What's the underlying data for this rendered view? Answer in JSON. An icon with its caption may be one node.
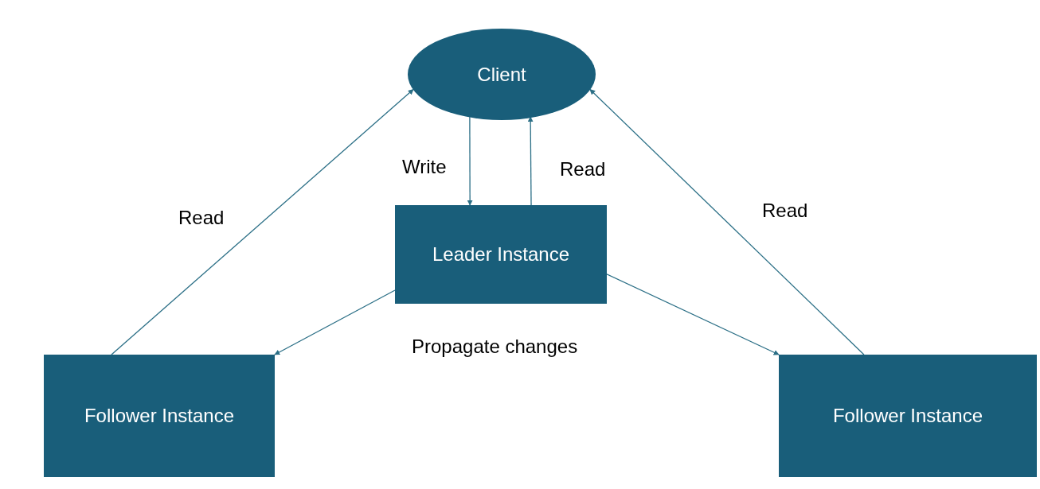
{
  "diagram": {
    "nodes": [
      {
        "text": [
          "Client"
        ]
      },
      {
        "text": [
          "Leader Instance"
        ]
      },
      {
        "text": [
          "Follower Instance"
        ]
      },
      {
        "text": [
          "Follower Instance"
        ]
      }
    ],
    "edges": [
      {
        "from": 0,
        "to": 1,
        "arrow": "to",
        "label": "Write"
      },
      {
        "from": 1,
        "to": 0,
        "arrow": "to",
        "label": "Read"
      },
      {
        "from": 2,
        "to": 0,
        "arrow": "to",
        "label": "Read"
      },
      {
        "from": 3,
        "to": 0,
        "arrow": "to",
        "label": "Read"
      },
      {
        "from": 1,
        "to": 2,
        "arrow": "to"
      },
      {
        "from": 1,
        "to": 3,
        "arrow": "to"
      }
    ],
    "labels": [
      "Propagate changes"
    ]
  }
}
